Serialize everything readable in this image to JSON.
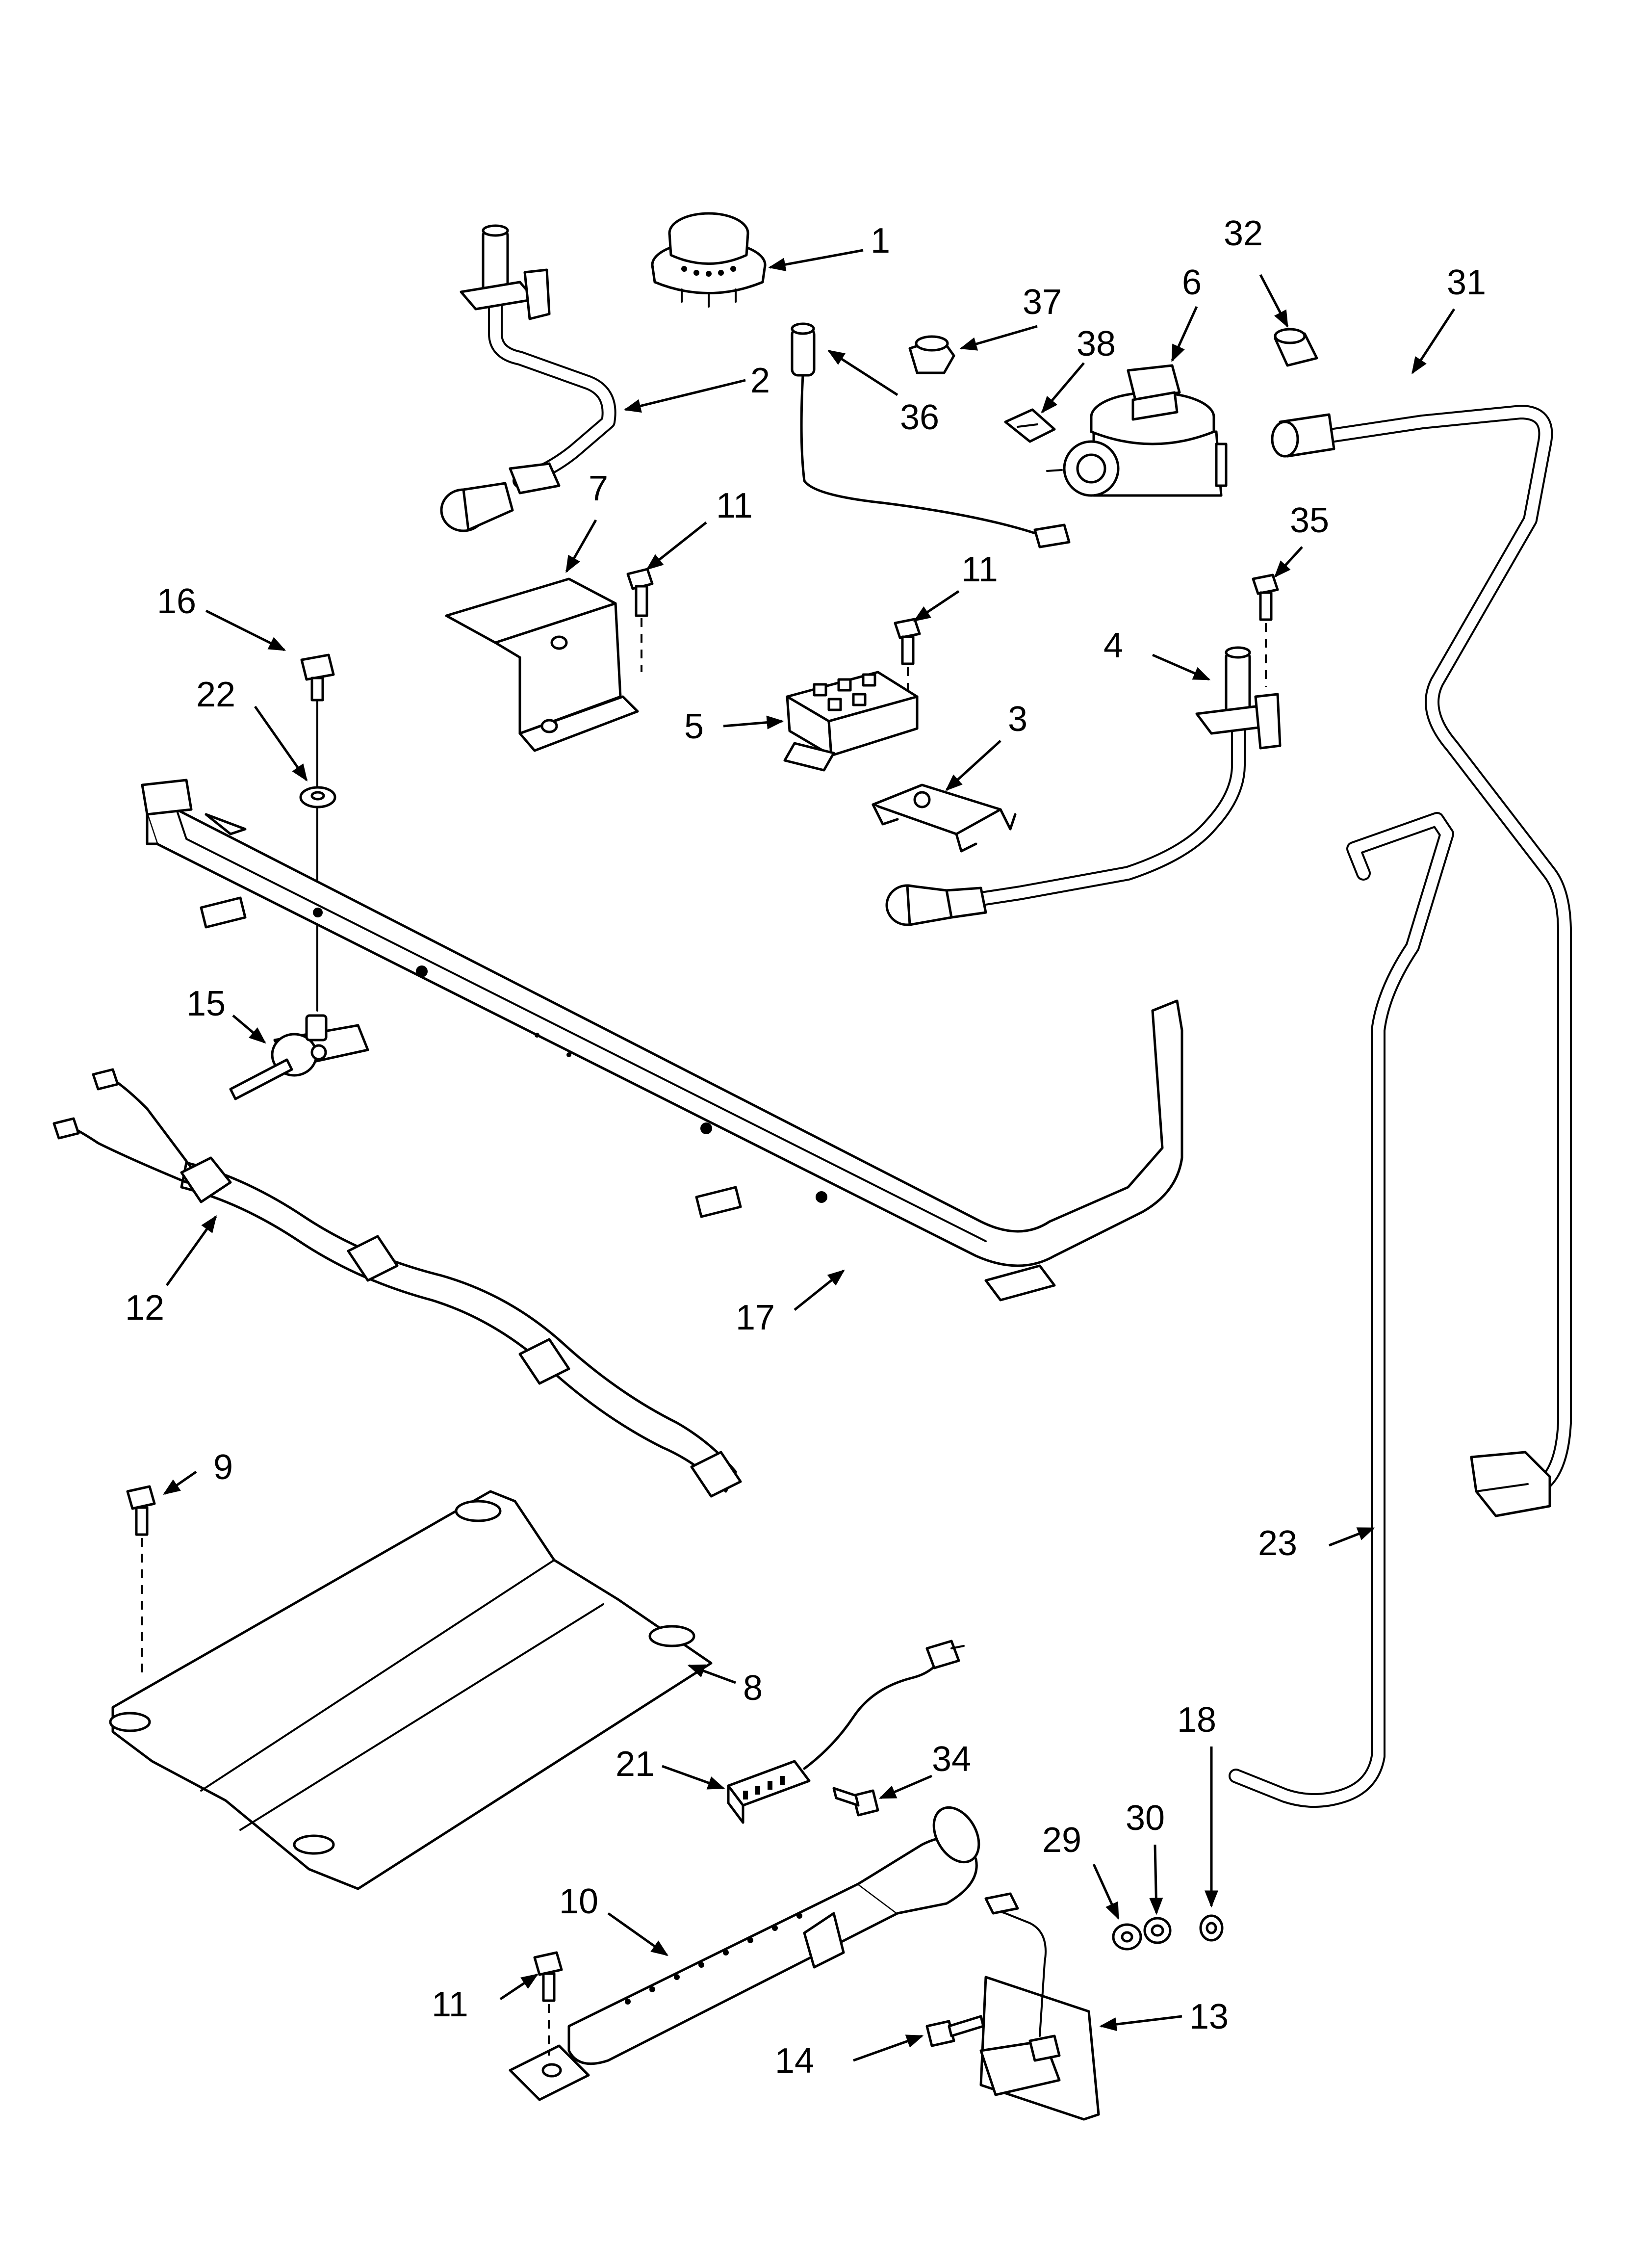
{
  "callouts": [
    {
      "id": "c1",
      "label": "1"
    },
    {
      "id": "c2",
      "label": "2"
    },
    {
      "id": "c3",
      "label": "3"
    },
    {
      "id": "c4",
      "label": "4"
    },
    {
      "id": "c5",
      "label": "5"
    },
    {
      "id": "c6",
      "label": "6"
    },
    {
      "id": "c7",
      "label": "7"
    },
    {
      "id": "c8",
      "label": "8"
    },
    {
      "id": "c9",
      "label": "9"
    },
    {
      "id": "c10",
      "label": "10"
    },
    {
      "id": "c11a",
      "label": "11"
    },
    {
      "id": "c11b",
      "label": "11"
    },
    {
      "id": "c11c",
      "label": "11"
    },
    {
      "id": "c12",
      "label": "12"
    },
    {
      "id": "c13",
      "label": "13"
    },
    {
      "id": "c14",
      "label": "14"
    },
    {
      "id": "c15",
      "label": "15"
    },
    {
      "id": "c16",
      "label": "16"
    },
    {
      "id": "c17",
      "label": "17"
    },
    {
      "id": "c18",
      "label": "18"
    },
    {
      "id": "c21",
      "label": "21"
    },
    {
      "id": "c22",
      "label": "22"
    },
    {
      "id": "c23",
      "label": "23"
    },
    {
      "id": "c29",
      "label": "29"
    },
    {
      "id": "c30",
      "label": "30"
    },
    {
      "id": "c31",
      "label": "31"
    },
    {
      "id": "c32",
      "label": "32"
    },
    {
      "id": "c34",
      "label": "34"
    },
    {
      "id": "c35",
      "label": "35"
    },
    {
      "id": "c36",
      "label": "36"
    },
    {
      "id": "c37",
      "label": "37"
    },
    {
      "id": "c38",
      "label": "38"
    }
  ]
}
